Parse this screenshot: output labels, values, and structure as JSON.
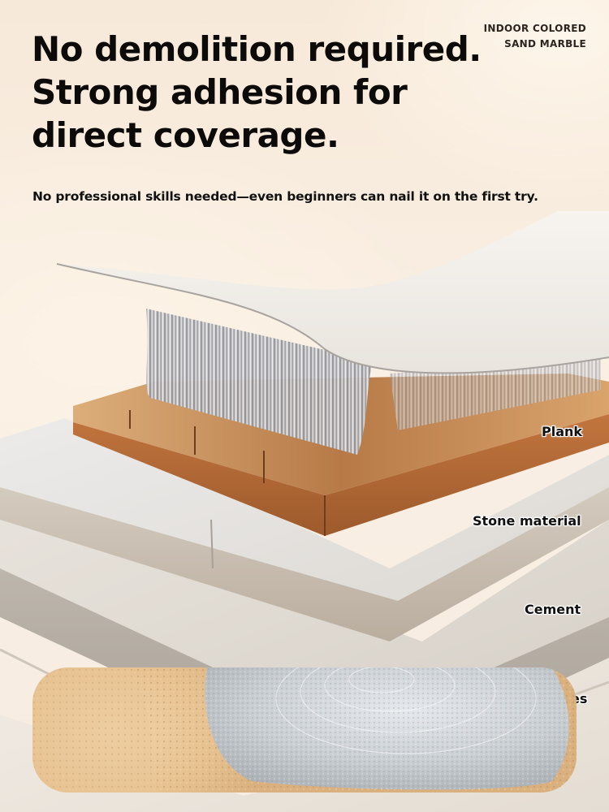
{
  "brand": {
    "line1": "INDOOR COLORED",
    "line2": "SAND MARBLE"
  },
  "headline": {
    "line1": "No demolition required.",
    "line2": "Strong adhesion for",
    "line3": "direct coverage."
  },
  "subheadline": "No professional skills needed—even beginners can nail it on the first try.",
  "layers": {
    "plank": "Plank",
    "stone": "Stone material",
    "cement": "Cement",
    "tiles_partial": "es"
  },
  "colors": {
    "background": "#f8ebdc",
    "text": "#0d0b0a",
    "wood": "#c98a52",
    "stone": "#d9d3cb",
    "cement": "#cfc8be",
    "sand": "#e7c291",
    "grey_coating": "#c8ccd0"
  }
}
